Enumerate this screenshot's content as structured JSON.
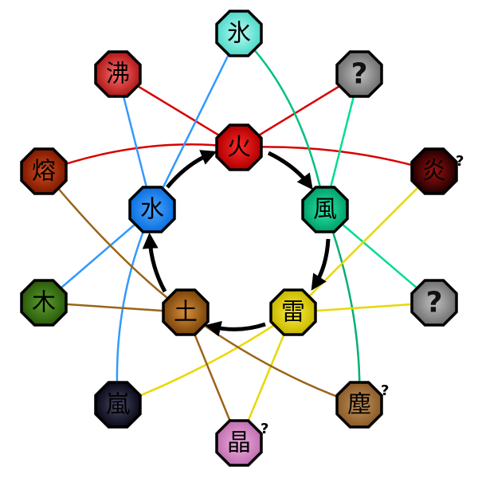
{
  "title": "Nature transformation chart",
  "basic": [
    {
      "id": "fire",
      "label": "火",
      "color": "#e00000"
    },
    {
      "id": "wind",
      "label": "風",
      "color": "#00c884"
    },
    {
      "id": "lightning",
      "label": "雷",
      "color": "#e6d800"
    },
    {
      "id": "earth",
      "label": "土",
      "color": "#a8681a"
    },
    {
      "id": "water",
      "label": "水",
      "color": "#2090ff"
    }
  ],
  "advanced": [
    {
      "id": "ice",
      "label": "氷",
      "color": "#7ee8dc",
      "from": [
        "water",
        "wind"
      ],
      "uncertain": false
    },
    {
      "id": "unknown-fire-wind",
      "label": "?",
      "color": "#909090",
      "from": [
        "fire",
        "wind"
      ],
      "uncertain": false
    },
    {
      "id": "blaze",
      "label": "炎",
      "color": "#4a0000",
      "from": [
        "fire",
        "lightning"
      ],
      "uncertain": true,
      "mark": "?"
    },
    {
      "id": "unknown-wind-lightning",
      "label": "?",
      "color": "#909090",
      "from": [
        "wind",
        "lightning"
      ],
      "uncertain": false
    },
    {
      "id": "dust",
      "label": "塵",
      "color": "#a87a40",
      "from": [
        "earth",
        "wind"
      ],
      "uncertain": true,
      "mark": "?"
    },
    {
      "id": "crystal",
      "label": "晶",
      "color": "#d888c8",
      "from": [
        "earth",
        "lightning"
      ],
      "uncertain": true,
      "mark": "?"
    },
    {
      "id": "storm",
      "label": "嵐",
      "color": "#1a1a30",
      "from": [
        "water",
        "lightning"
      ],
      "uncertain": false
    },
    {
      "id": "wood",
      "label": "木",
      "color": "#3e7a1a",
      "from": [
        "water",
        "earth"
      ],
      "uncertain": false
    },
    {
      "id": "lava",
      "label": "熔",
      "color": "#a83008",
      "from": [
        "fire",
        "earth"
      ],
      "uncertain": false
    },
    {
      "id": "boil",
      "label": "沸",
      "color": "#d83838",
      "from": [
        "fire",
        "water"
      ],
      "uncertain": false
    }
  ],
  "cycle": [
    "fire",
    "wind",
    "lightning",
    "earth",
    "water",
    "fire"
  ]
}
